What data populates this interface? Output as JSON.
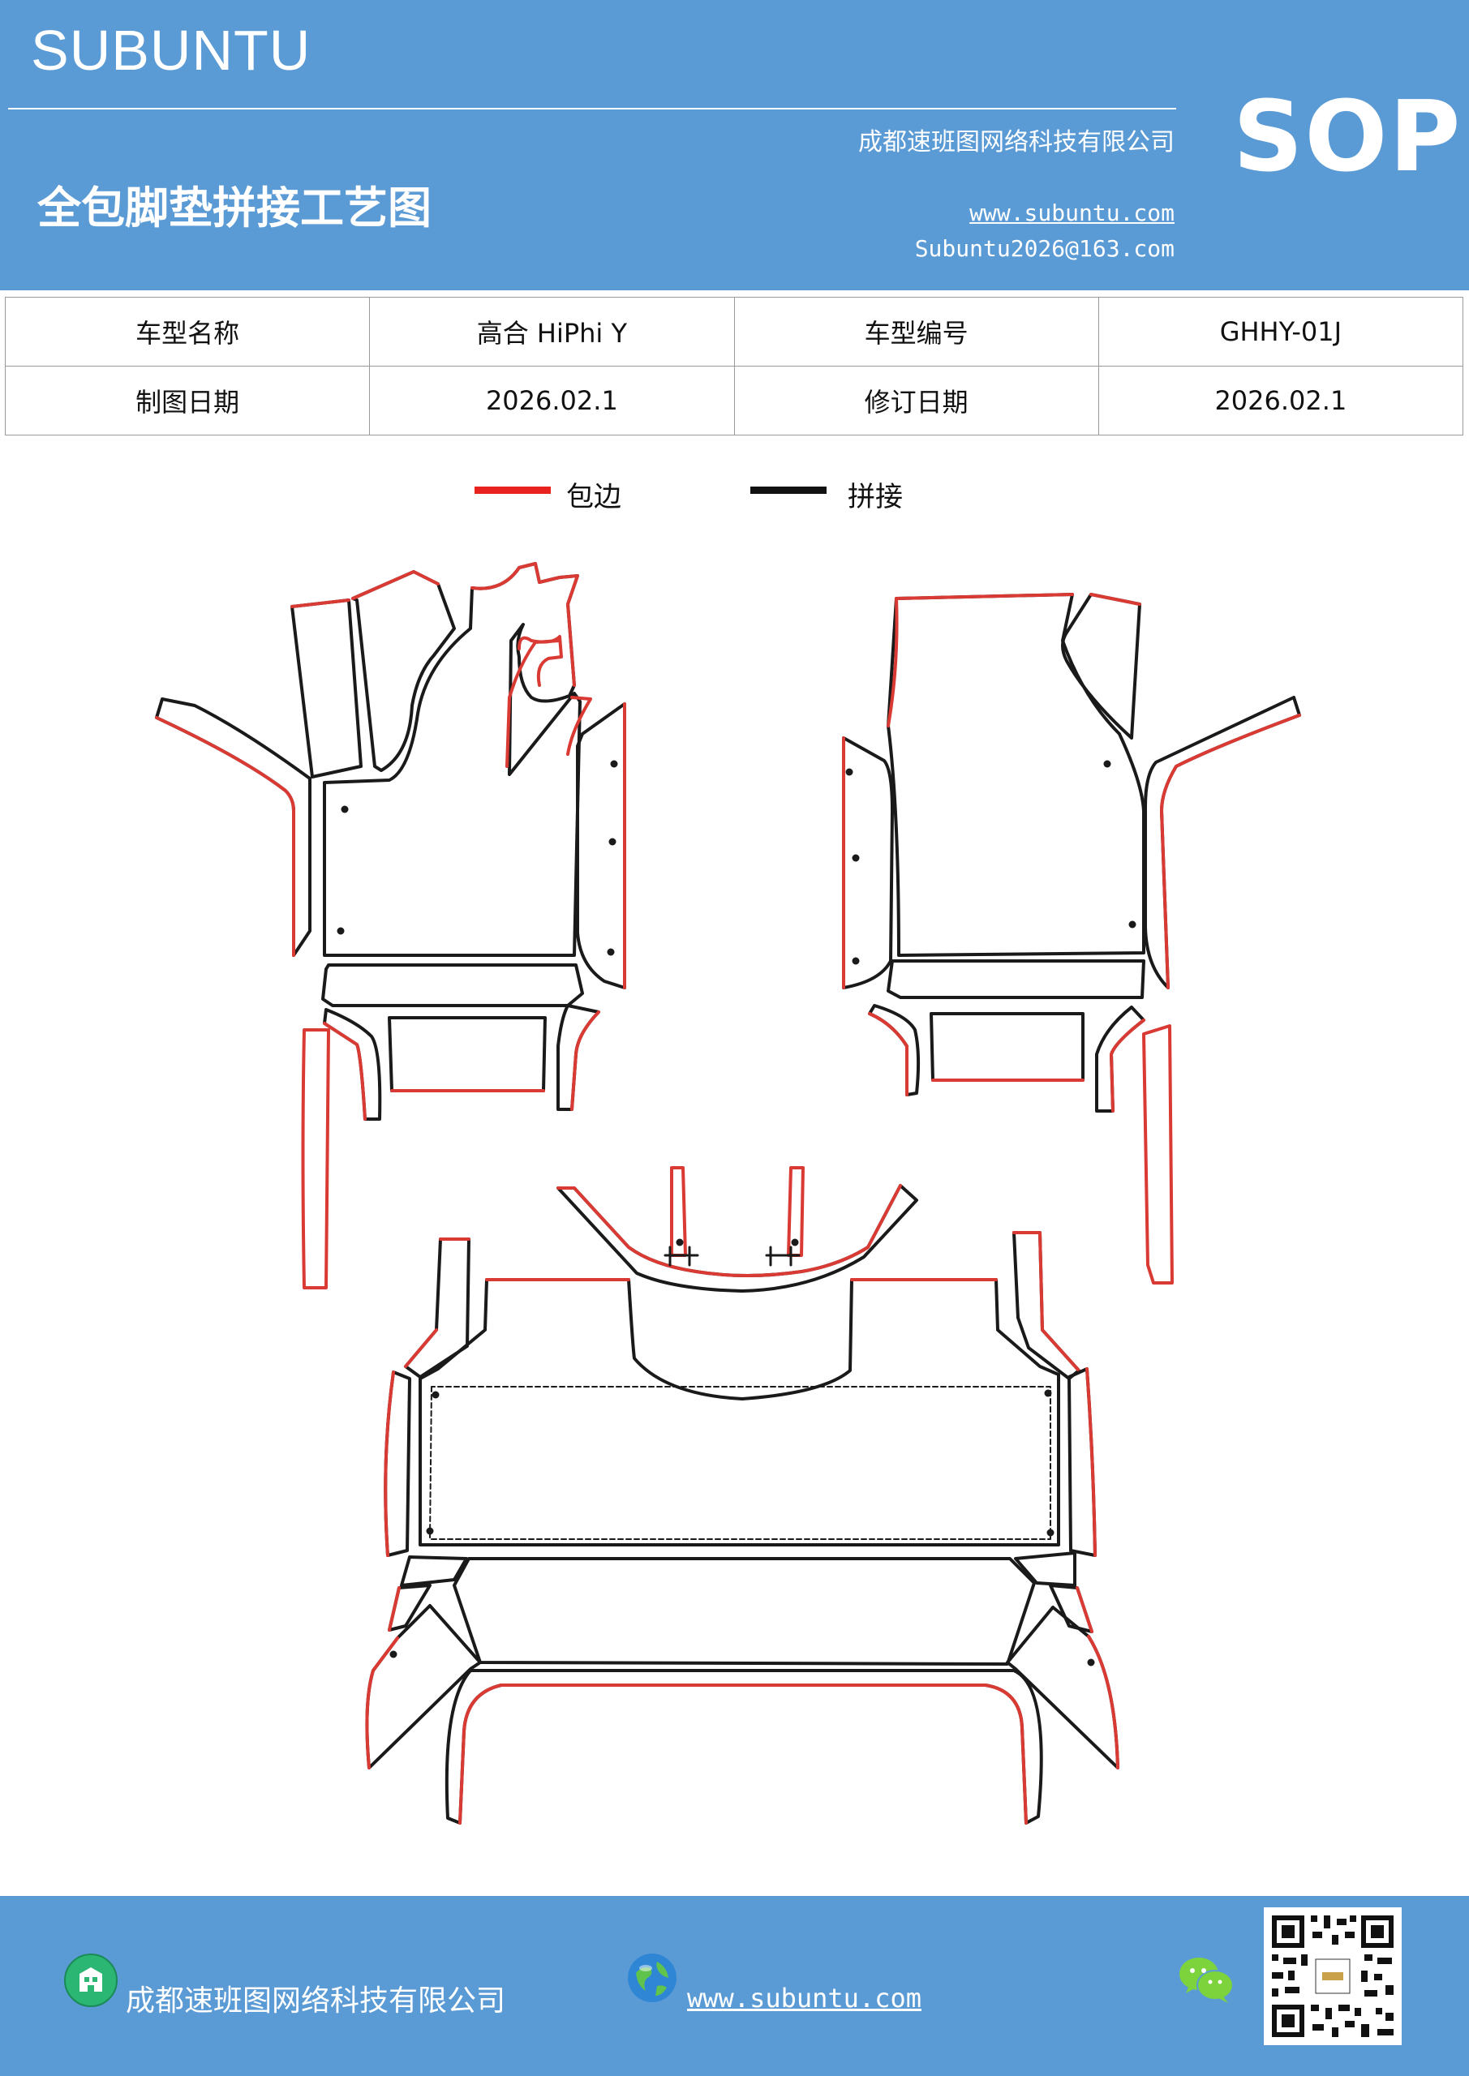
{
  "header": {
    "brand": "SUBUNTU",
    "company": "成都速班图网络科技有限公司",
    "title": "全包脚垫拼接工艺图",
    "website": "www.subuntu.com",
    "email": "Subuntu2026@163.com",
    "badge": "SOP"
  },
  "info_table": {
    "rows": [
      {
        "label1": "车型名称",
        "value1": "高合 HiPhi  Y",
        "label2": "车型编号",
        "value2": "GHHY-01J"
      },
      {
        "label1": "制图日期",
        "value1": "2026.02.1",
        "label2": "修订日期",
        "value2": "2026.02.1"
      }
    ]
  },
  "legend": {
    "items": [
      {
        "label": "包边",
        "color": "#e8231f"
      },
      {
        "label": "拼接",
        "color": "#111111"
      }
    ]
  },
  "colors": {
    "header_bg": "#5b9bd5",
    "edge_red": "#d93a33",
    "seam_black": "#1a1a1a"
  },
  "footer": {
    "company": "成都速班图网络科技有限公司",
    "website": "www.subuntu.com",
    "icons": [
      "building-icon",
      "globe-icon",
      "wechat-icon",
      "qr-code"
    ]
  }
}
